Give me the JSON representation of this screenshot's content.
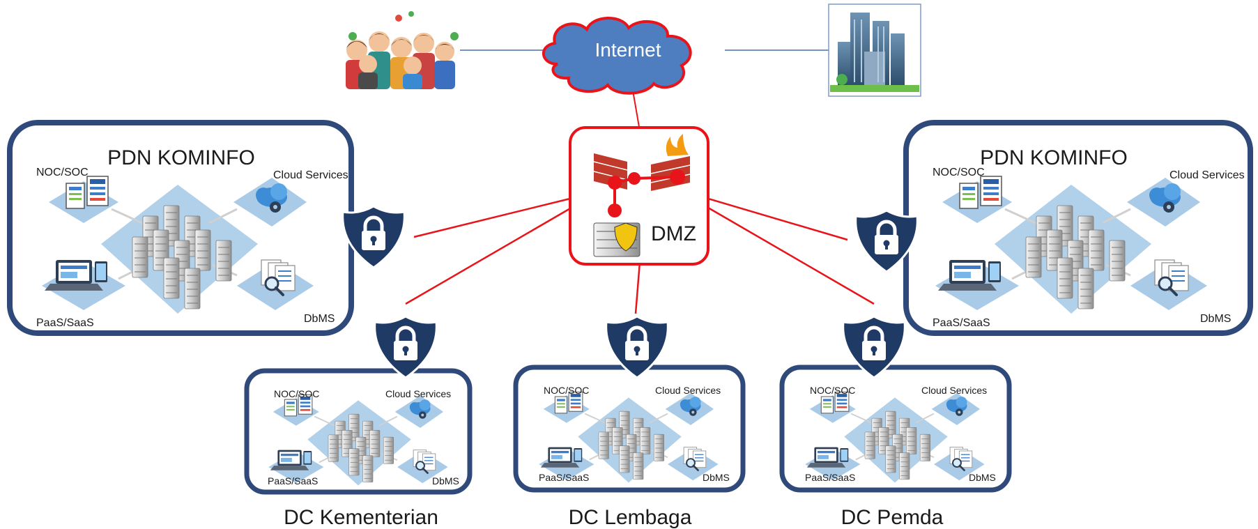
{
  "internet": {
    "label": "Internet"
  },
  "dmz": {
    "label": "DMZ"
  },
  "pdn_left": {
    "title": "PDN KOMINFO",
    "noc": "NOC/SOC",
    "cloud": "Cloud Services",
    "paas": "PaaS/SaaS",
    "dbms": "DbMS"
  },
  "pdn_right": {
    "title": "PDN KOMINFO",
    "noc": "NOC/SOC",
    "cloud": "Cloud Services",
    "paas": "PaaS/SaaS",
    "dbms": "DbMS"
  },
  "dc_kementerian": {
    "caption": "DC Kementerian",
    "noc": "NOC/SOC",
    "cloud": "Cloud Services",
    "paas": "PaaS/SaaS",
    "dbms": "DbMS"
  },
  "dc_lembaga": {
    "caption": "DC Lembaga",
    "noc": "NOC/SOC",
    "cloud": "Cloud Services",
    "paas": "PaaS/SaaS",
    "dbms": "DbMS"
  },
  "dc_pemda": {
    "caption": "DC Pemda",
    "noc": "NOC/SOC",
    "cloud": "Cloud Services",
    "paas": "PaaS/SaaS",
    "dbms": "DbMS"
  },
  "colors": {
    "frame": "#2f4a7a",
    "link_red": "#e8141a",
    "cloud_fill": "#4f7ec0",
    "shield": "#1f3a64",
    "diamond": "#a9cbe8"
  },
  "icons": [
    "people-group-icon",
    "buildings-icon",
    "internet-cloud-icon",
    "firewall-icon",
    "server-shield-icon",
    "lock-shield-icon"
  ]
}
